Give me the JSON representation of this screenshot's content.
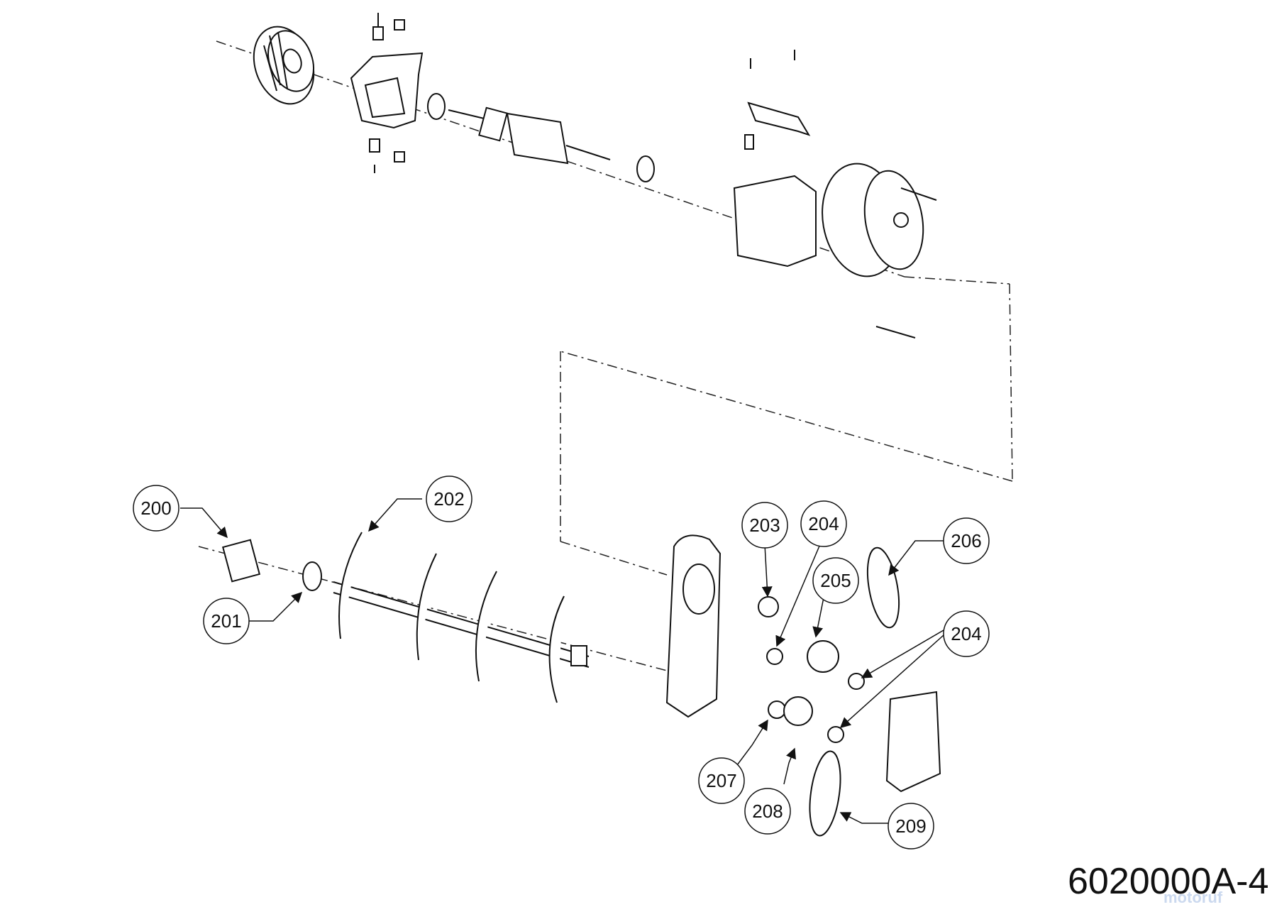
{
  "diagram": {
    "drawing_number": "6020000A-4",
    "watermark": "motoruf",
    "callouts": [
      "200",
      "201",
      "202",
      "203",
      "204",
      "205",
      "206",
      "204",
      "207",
      "208",
      "209"
    ]
  },
  "colors": {
    "line": "#111111",
    "callout_fill": "#ffffff",
    "watermark": "#cbd9ef"
  }
}
